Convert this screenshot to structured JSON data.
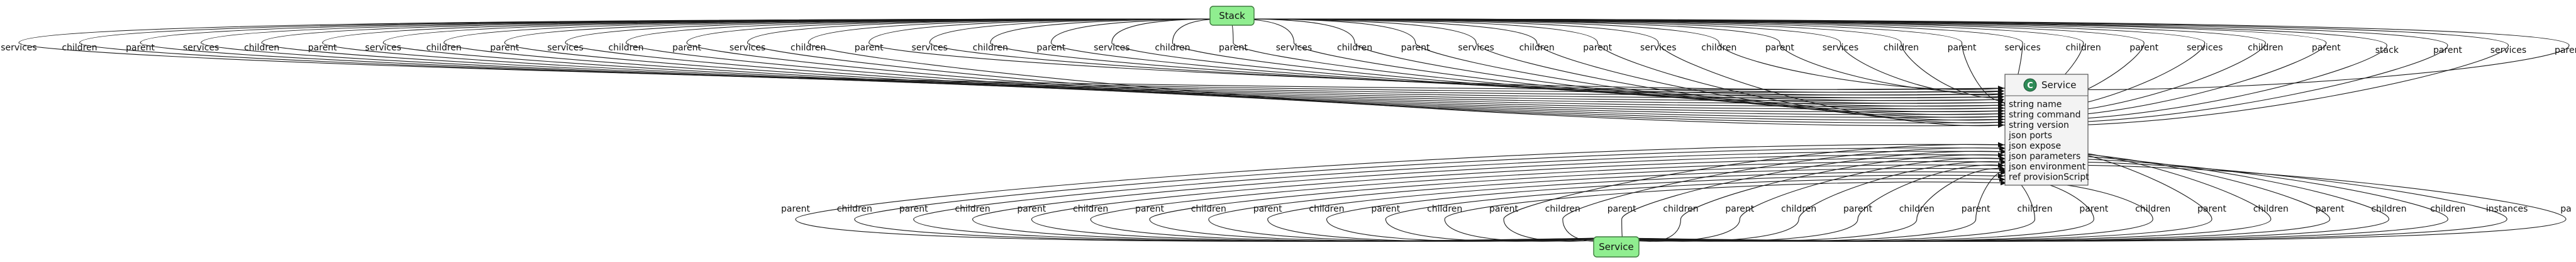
{
  "nodes": {
    "stack": {
      "label": "Stack",
      "color": "#90ee90"
    },
    "service_instance": {
      "label": "Service",
      "color": "#90ee90"
    }
  },
  "class_box": {
    "name": "Service",
    "stereotype_letter": "C",
    "stereotype_color": "#2e8b57",
    "attributes": [
      "string name",
      "string command",
      "string version",
      "json ports",
      "json expose",
      "json parameters",
      "json environment",
      "ref provisionScript"
    ]
  },
  "upper_edge_labels": [
    "services",
    "children",
    "parent",
    "services",
    "children",
    "parent",
    "services",
    "children",
    "parent",
    "services",
    "children",
    "parent",
    "services",
    "children",
    "parent",
    "services",
    "children",
    "parent",
    "services",
    "children",
    "parent",
    "services",
    "children",
    "parent",
    "services",
    "children",
    "parent",
    "services",
    "children",
    "parent",
    "services",
    "children",
    "parent",
    "services",
    "children",
    "parent",
    "services",
    "children",
    "parent",
    "stack",
    "parent",
    "services",
    "parent"
  ],
  "lower_edge_labels": [
    "parent",
    "children",
    "parent",
    "children",
    "parent",
    "children",
    "parent",
    "children",
    "parent",
    "children",
    "parent",
    "children",
    "parent",
    "children",
    "parent",
    "children",
    "parent",
    "children",
    "parent",
    "children",
    "parent",
    "children",
    "parent",
    "children",
    "parent",
    "children",
    "parent",
    "children",
    "children",
    "instances",
    "pa"
  ]
}
